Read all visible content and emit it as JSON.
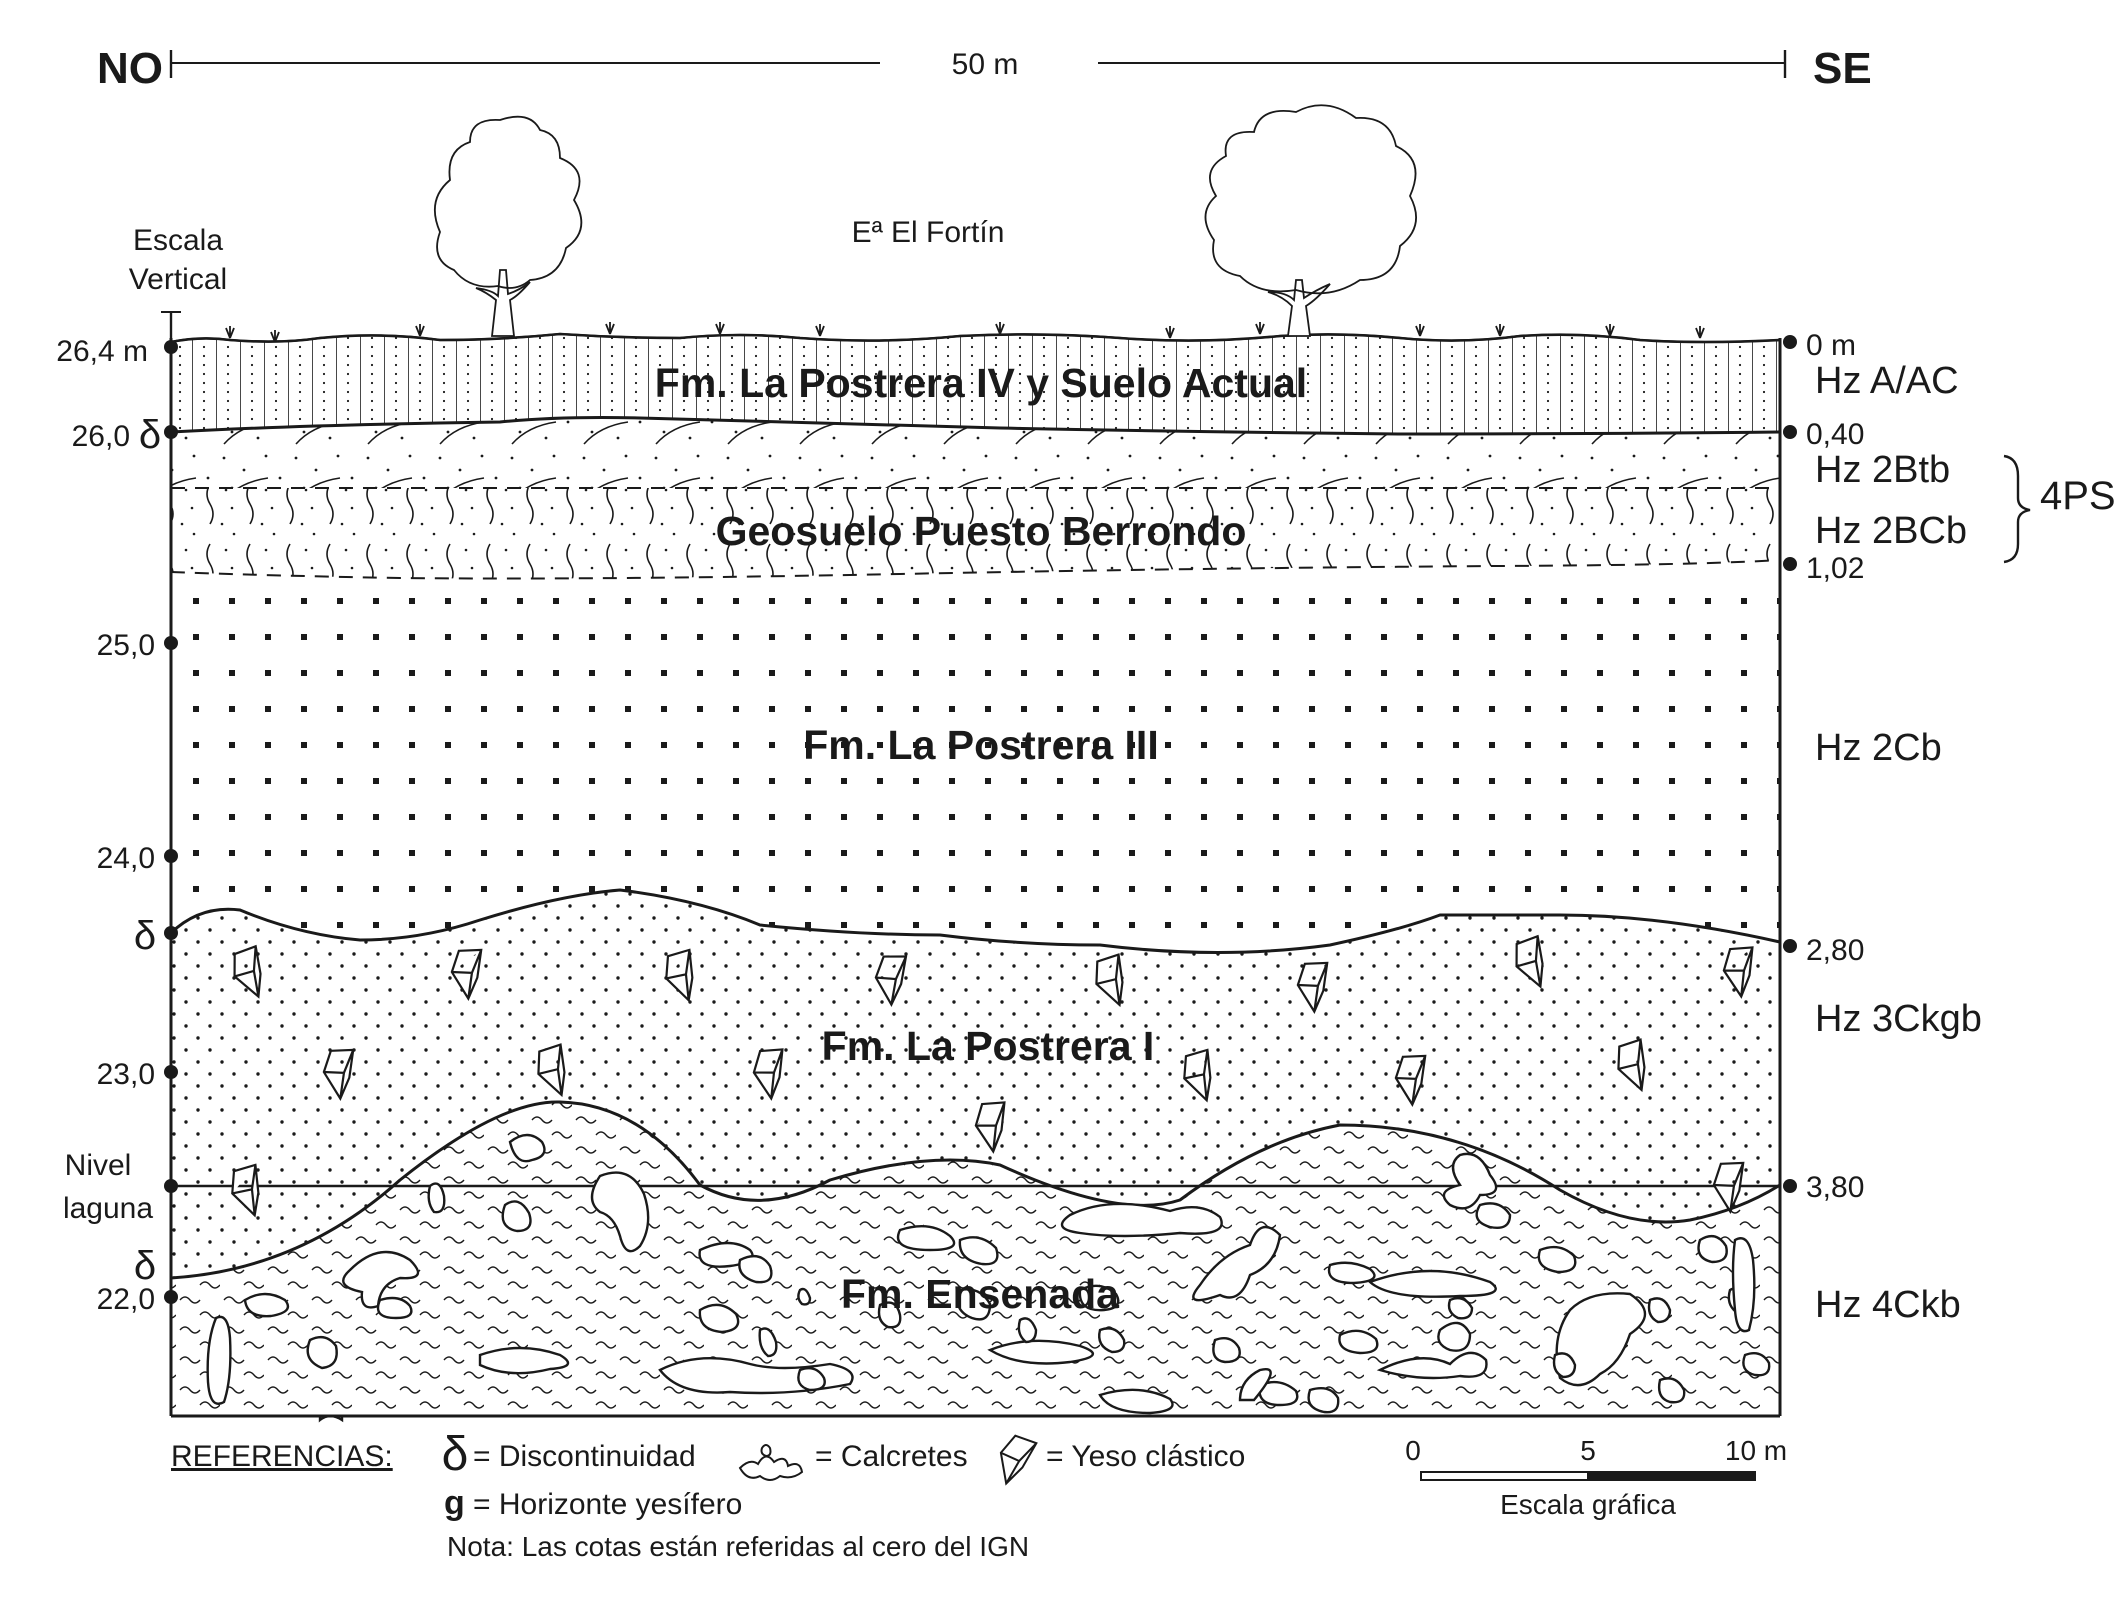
{
  "header": {
    "left_dir": "NO",
    "right_dir": "SE",
    "scale": "50 m"
  },
  "site_name": "Eª El Fortín",
  "vertical_scale": {
    "line1": "Escala",
    "line2": "Vertical"
  },
  "left_elevations": [
    "26,4 m",
    "26,0",
    "25,0",
    "24,0",
    "23,0",
    "22,0"
  ],
  "left_symbols": {
    "d1": "δ",
    "d2": "δ",
    "d3": "δ"
  },
  "lake_level": {
    "line1": "Nivel",
    "line2": "laguna"
  },
  "right_depths": [
    "0 m",
    "0,40",
    "1,02",
    "2,80",
    "3,80"
  ],
  "units": {
    "u1": "Fm. La Postrera IV y Suelo Actual",
    "u2": "Geosuelo Puesto Berrondo",
    "u3": "Fm. La Postrera III",
    "u4": "Fm. La Postrera I",
    "u5": "Fm. Ensenada"
  },
  "horizons": {
    "h1": "Hz A/AC",
    "h2": "Hz 2Btb",
    "h3": "Hz 2BCb",
    "h4": "Hz 2Cb",
    "h5": "Hz 3Ckgb",
    "h6": "Hz 4Ckb"
  },
  "paleosol_group": "4PS",
  "legend": {
    "title": "REFERENCIAS:",
    "delta": "δ",
    "delta_text": "= Discontinuidad",
    "calcrete_text": "= Calcretes",
    "gypsum_text": "= Yeso clástico",
    "g": "g",
    "g_text": "= Horizonte yesífero",
    "note": "Nota: Las cotas están referidas al cero del IGN"
  },
  "graphic_scale": {
    "t0": "0",
    "t5": "5",
    "t10": "10 m",
    "caption": "Escala gráfica"
  },
  "icons": [
    "tree-icon",
    "grass-tuft-icon",
    "gypsum-crystal-icon",
    "calcrete-nodule-icon",
    "discontinuity-delta-icon"
  ],
  "colors": {
    "ink": "#1a1a1a",
    "background": "#ffffff"
  }
}
